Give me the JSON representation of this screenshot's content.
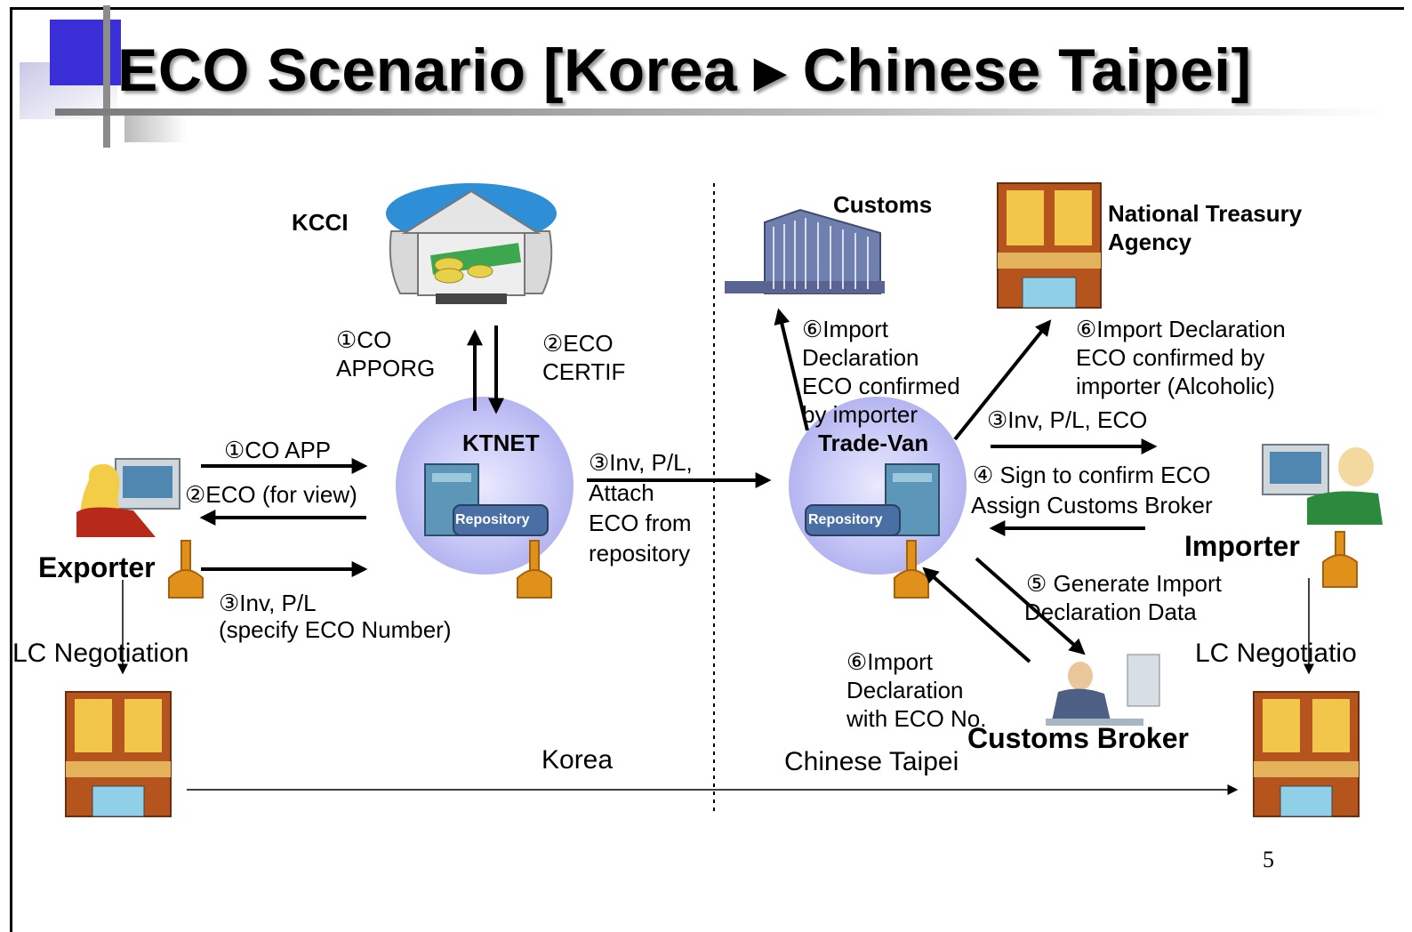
{
  "title": "ECO Scenario [Korea ▸ Chinese Taipei]",
  "nodes": {
    "kcci": "KCCI",
    "ktnet": "KTNET",
    "trade_van": "Trade-Van",
    "customs": "Customs",
    "treasury": [
      "National Treasury",
      "Agency"
    ],
    "exporter": "Exporter",
    "importer": "Importer",
    "customs_broker": "Customs Broker",
    "repository": "Repository"
  },
  "flows": {
    "co_apporg": [
      "①CO",
      "APPORG"
    ],
    "eco_certif": [
      "②ECO",
      "CERTIF"
    ],
    "co_app": "①CO APP",
    "eco_view": "②ECO (for view)",
    "inv_pl_specify": [
      "③Inv, P/L",
      "(specify ECO Number)"
    ],
    "inv_pl_attach": [
      "③Inv, P/L,",
      "Attach",
      "ECO from",
      "repository"
    ],
    "import_decl_customs": [
      "⑥Import",
      "Declaration",
      "ECO confirmed",
      "by importer"
    ],
    "import_decl_treasury": [
      "⑥Import Declaration",
      "ECO confirmed by",
      "importer (Alcoholic)"
    ],
    "inv_pl_eco": "③Inv, P/L, ECO",
    "sign_confirm": [
      "④ Sign to confirm ECO",
      "Assign Customs Broker"
    ],
    "generate_import": [
      "⑤ Generate Import",
      "Declaration Data"
    ],
    "import_decl_eco_no": [
      "⑥Import",
      "Declaration",
      "with ECO No."
    ]
  },
  "lc_negotiation_left": "LC Negotiation",
  "lc_negotiation_right": "LC Negotiatio",
  "regions": {
    "left": "Korea",
    "right": "Chinese Taipei"
  },
  "page_number": "5"
}
